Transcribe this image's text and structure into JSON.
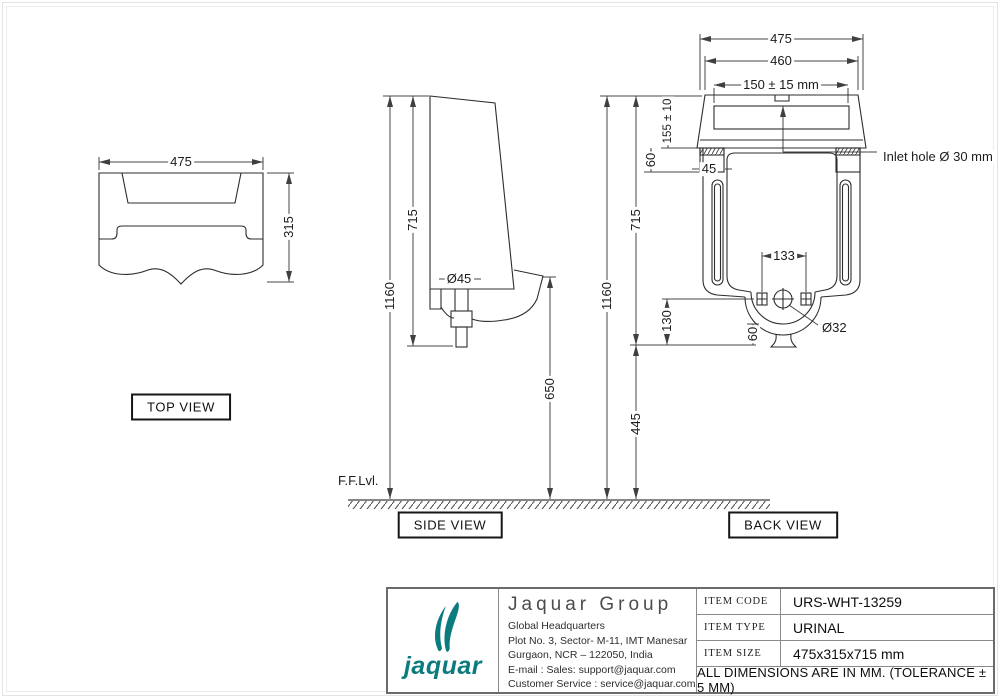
{
  "sheet": {
    "top_view": {
      "label": "TOP VIEW",
      "width": "475",
      "depth": "315"
    },
    "side_view": {
      "label": "SIDE VIEW",
      "floor_label": "F.F.Lvl.",
      "total_height": "1160",
      "body_height": "715",
      "outlet_dia": "Ø45",
      "rim_height": "650"
    },
    "back_view": {
      "label": "BACK VIEW",
      "width": "475",
      "top_width": "460",
      "inlet_pos": "150 ± 15 mm",
      "inlet_top_offset": "155 ± 10",
      "block_height": "60",
      "block_width": "45",
      "total_height": "1160",
      "body_height": "715",
      "fix_hole_spacing": "133",
      "outlet_drop": "130",
      "spigot_height": "60",
      "bottom_clearance": "445",
      "outlet_dia": "Ø32",
      "inlet_note": "Inlet hole Ø 30 mm"
    }
  },
  "title_block": {
    "logo_word": "jaquar",
    "company": "Jaquar Group",
    "hq_line": "Global Headquarters",
    "address_line1": "Plot No. 3, Sector- M-11, IMT Manesar",
    "address_line2": "Gurgaon, NCR – 122050, India",
    "email_line": "E-mail : Sales: support@jaquar.com",
    "service_line": "Customer Service : service@jaquar.com",
    "items": [
      {
        "label": "ITEM CODE",
        "value": "URS-WHT-13259"
      },
      {
        "label": "ITEM TYPE",
        "value": "URINAL"
      },
      {
        "label": "ITEM SIZE",
        "value": "475x315x715 mm"
      }
    ],
    "note": "ALL DIMENSIONS ARE IN MM. (TOLERANCE ± 5 MM)"
  },
  "colors": {
    "brand": "#0c7b7d",
    "line": "#3f3f3f"
  }
}
